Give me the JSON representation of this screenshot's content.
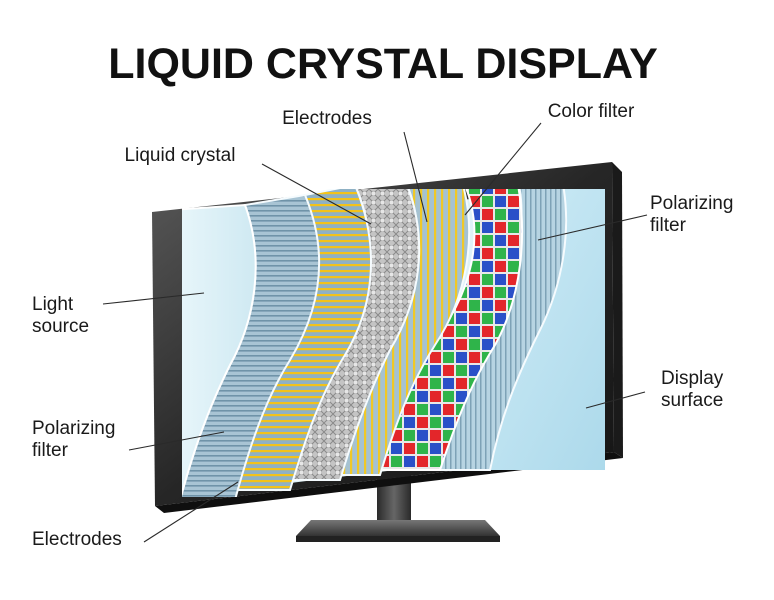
{
  "title": "LIQUID CRYSTAL DISPLAY",
  "labels": {
    "electrodes_top": "Electrodes",
    "color_filter": "Color filter",
    "liquid_crystal": "Liquid crystal",
    "polarizing_right_1": "Polarizing",
    "polarizing_right_2": "filter",
    "light_1": "Light",
    "light_2": "source",
    "polarizing_left_1": "Polarizing",
    "polarizing_left_2": "filter",
    "display_1": "Display",
    "display_2": "surface",
    "electrodes_bottom": "Electrodes"
  },
  "colors": {
    "bezel": "#2b2b2b",
    "light_source": "#dff2f8",
    "polarizer": "#a9c6d6",
    "electrode_yellow": "#f2c21a",
    "color_filter_red": "#e3262a",
    "color_filter_green": "#2fb44a",
    "color_filter_blue": "#2a50c8",
    "display_surface": "#bfe3f0"
  }
}
